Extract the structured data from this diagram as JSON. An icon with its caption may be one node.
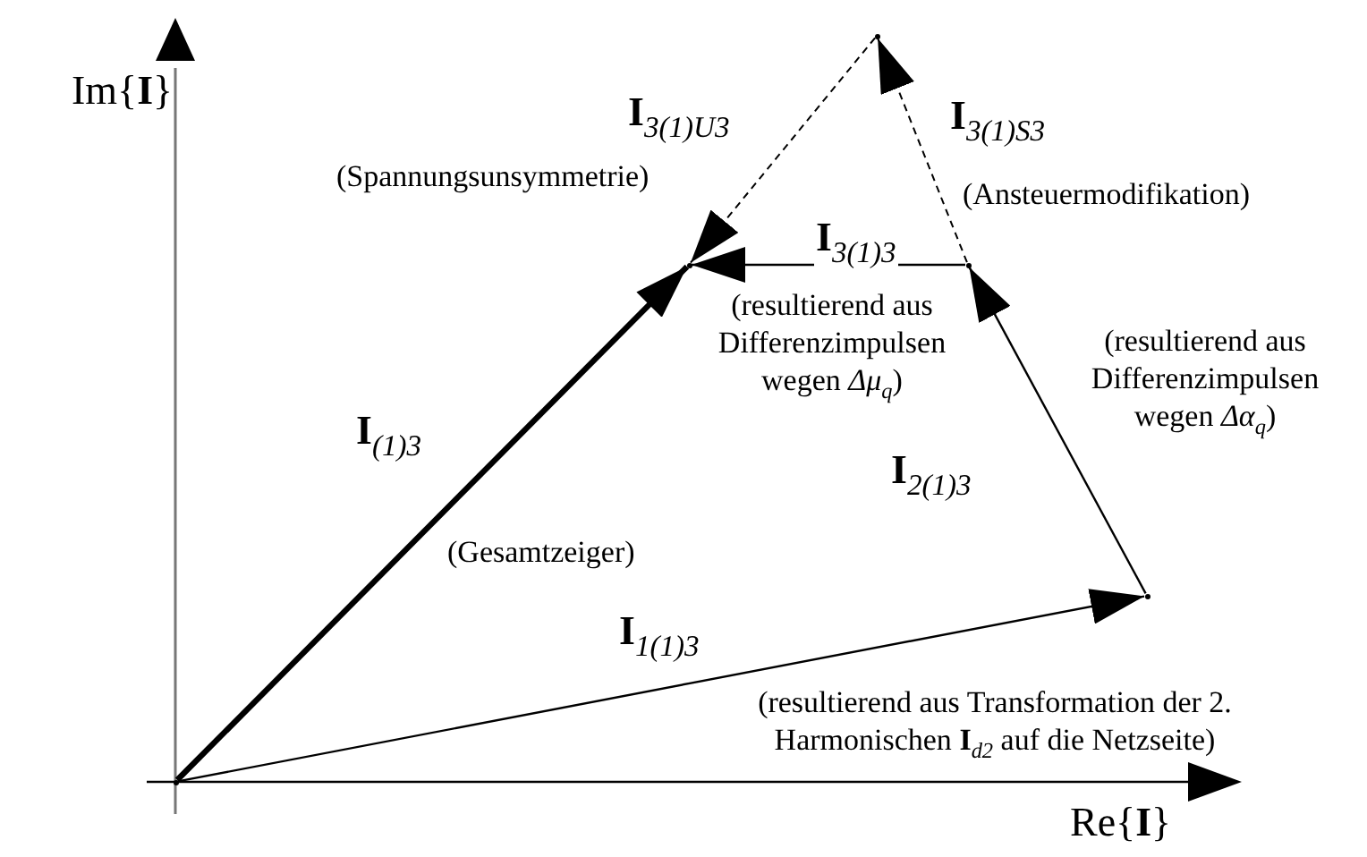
{
  "diagram": {
    "nodes": [
      {
        "text": [],
        "shape": "point"
      },
      {
        "text": [],
        "shape": "point"
      },
      {
        "text": [],
        "shape": "point"
      },
      {
        "text": [],
        "shape": "point"
      },
      {
        "text": [],
        "shape": "point"
      }
    ],
    "edges": [
      {
        "from": 0,
        "to": 1,
        "arrow": "to",
        "label": "**I**$_{1(1)3}$"
      },
      {
        "from": 1,
        "to": 2,
        "arrow": "to",
        "label": "**I**$_{2(1)3}$"
      },
      {
        "from": 2,
        "to": 3,
        "arrow": "to",
        "label": "**I**$_{3(1)3}$"
      },
      {
        "from": 0,
        "to": 3,
        "arrow": "to",
        "label": "**I**$_{(1)3}$",
        "style": "thick"
      },
      {
        "from": 2,
        "to": 4,
        "arrow": "to",
        "label": "**I**$_{3(1)S3}$",
        "style": "dashed"
      },
      {
        "from": 4,
        "to": 3,
        "arrow": "to",
        "label": "**I**$_{3(1)U3}$",
        "style": "dashed"
      }
    ],
    "labels": [
      "Im{**I**}",
      "(Spannungsunsymmetrie)",
      "(Ansteuermodifikation)",
      "(resultierend aus Differenzimpulsen wegen *Δμ*$_{q}$)",
      "(resultierend aus Differenzimpulsen wegen *Δα*$_{q}$)",
      "(Gesamtzeiger)",
      "(resultierend aus Transformation der 2. Harmonischen **I**$_{d2}$ auf die Netzseite)",
      "Re{**I**}"
    ]
  }
}
